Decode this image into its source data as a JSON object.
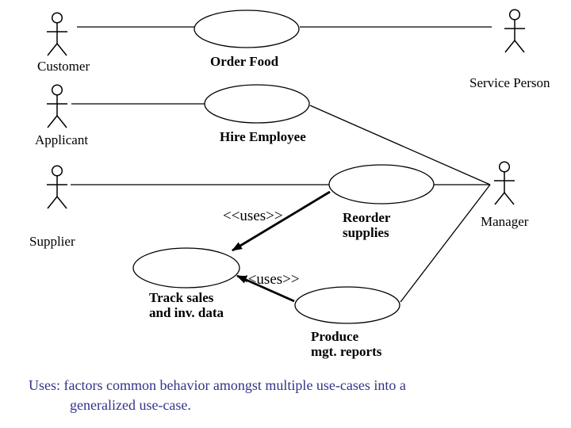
{
  "actors": [
    {
      "name": "Customer"
    },
    {
      "name": "Applicant"
    },
    {
      "name": "Supplier"
    },
    {
      "name": "Service Person"
    },
    {
      "name": "Manager"
    }
  ],
  "use_cases": [
    {
      "lines": [
        "Order Food"
      ]
    },
    {
      "lines": [
        "Hire Employee"
      ]
    },
    {
      "lines": [
        "Reorder",
        "supplies"
      ]
    },
    {
      "lines": [
        "Track sales",
        "and inv. data"
      ]
    },
    {
      "lines": [
        "Produce",
        "mgt. reports"
      ]
    }
  ],
  "relationships": [
    {
      "stereotype": "<<uses>>",
      "from": "Reorder supplies",
      "to": "Track sales and inv. data"
    },
    {
      "stereotype": "<<uses>>",
      "from": "Produce mgt. reports",
      "to": "Track sales and inv. data"
    }
  ],
  "caption": {
    "line1": "Uses: factors common behavior amongst multiple use-cases into a",
    "line2": "generalized use-case."
  },
  "colors": {
    "diagram_line": "#000000",
    "caption_text": "#333388",
    "background": "#ffffff"
  }
}
